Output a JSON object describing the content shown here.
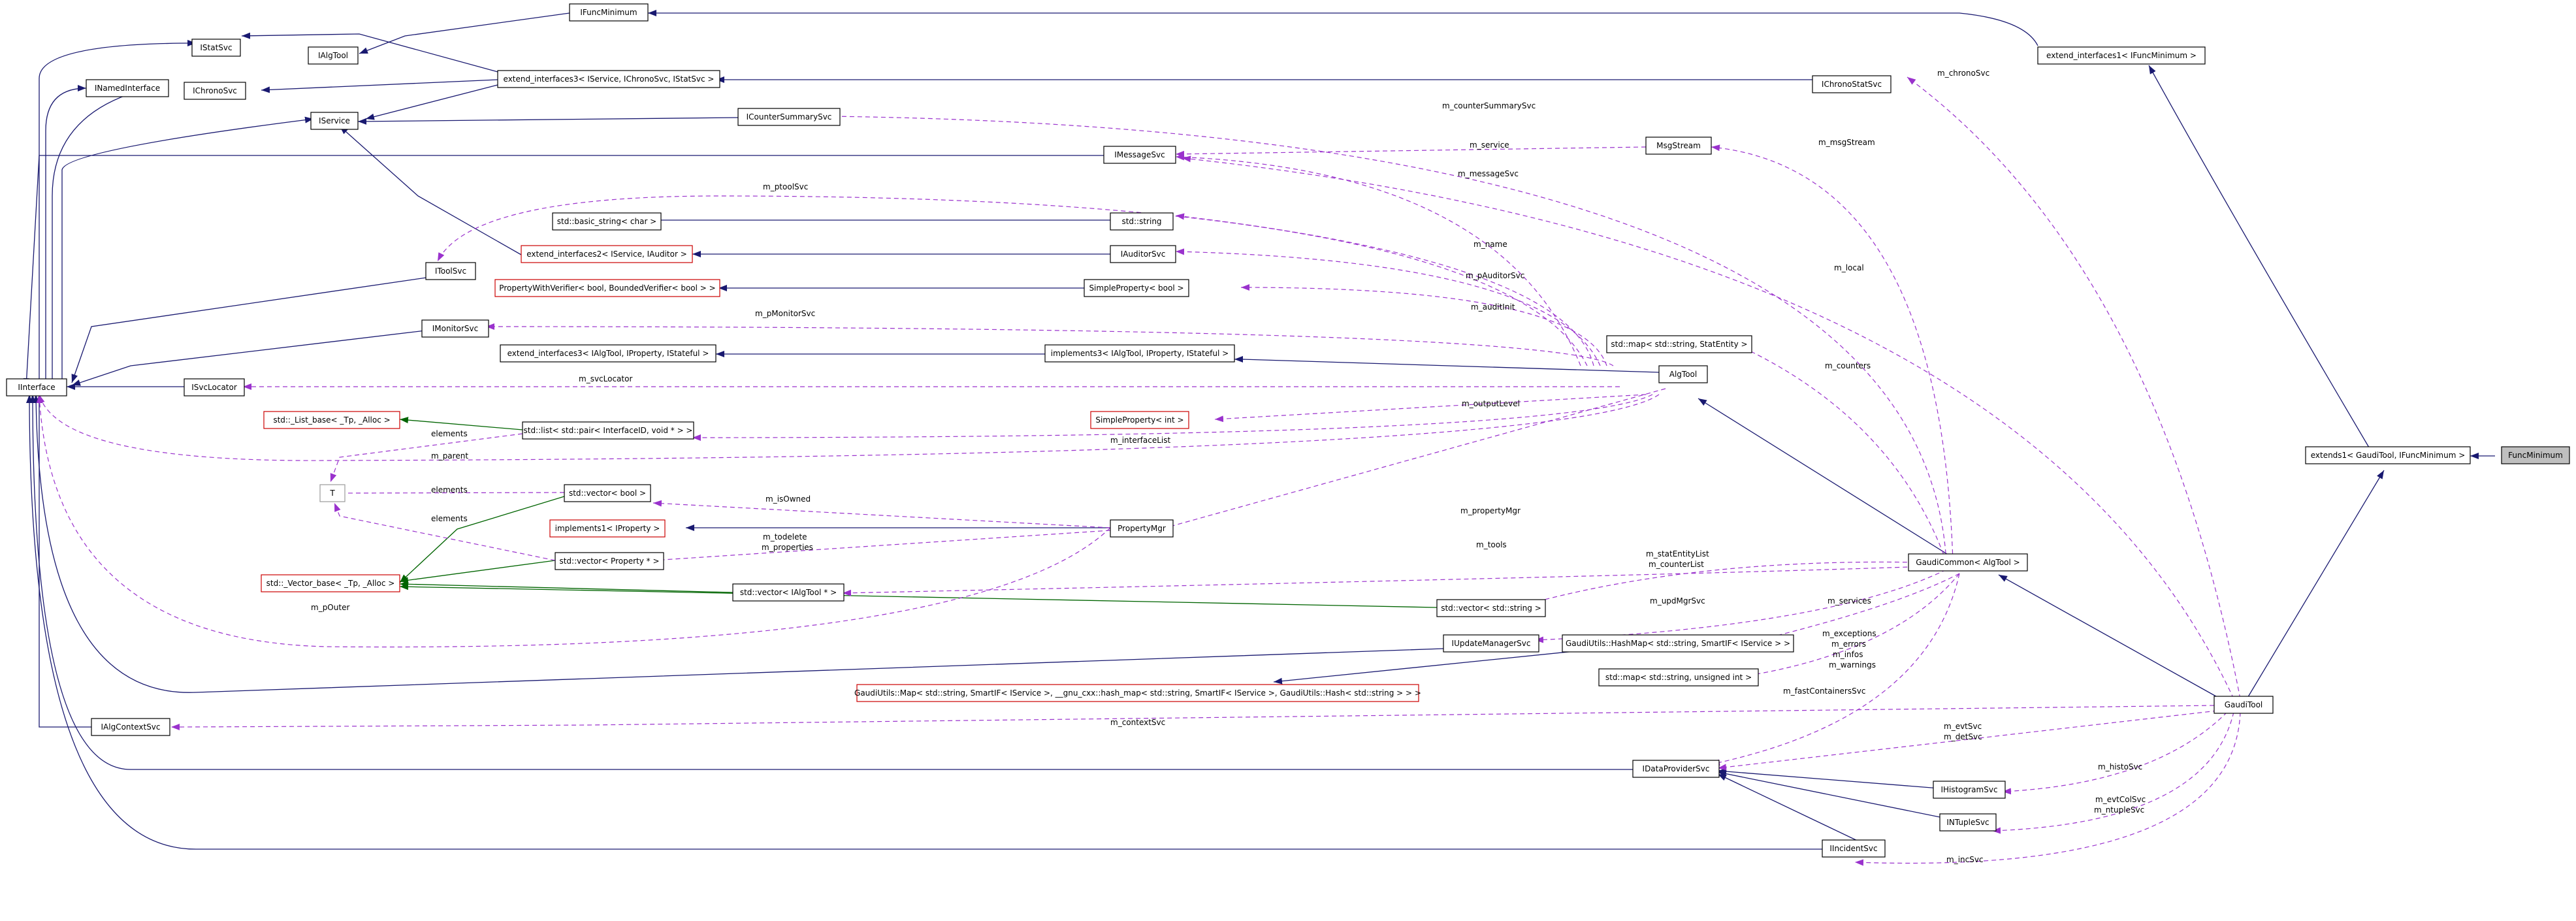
{
  "nodes": {
    "IFuncMinimum": "IFuncMinimum",
    "IStatSvc": "IStatSvc",
    "IAlgTool": "IAlgTool",
    "INamedInterface": "INamedInterface",
    "IChronoSvc": "IChronoSvc",
    "IService": "IService",
    "extend_interfaces3_svc": "extend_interfaces3< IService, IChronoSvc, IStatSvc >",
    "ICounterSummarySvc": "ICounterSummarySvc",
    "IChronoStatSvc": "IChronoStatSvc",
    "extend_interfaces1_func": "extend_interfaces1< IFuncMinimum >",
    "IMessageSvc": "IMessageSvc",
    "MsgStream": "MsgStream",
    "basic_string": "std::basic_string< char >",
    "std_string": "std::string",
    "extend_interfaces2": "extend_interfaces2< IService, IAuditor >",
    "IAuditorSvc": "IAuditorSvc",
    "IToolSvc": "IToolSvc",
    "PropertyWithVerifier": "PropertyWithVerifier< bool, BoundedVerifier< bool > >",
    "SimpleProperty_bool": "SimpleProperty< bool >",
    "IMonitorSvc": "IMonitorSvc",
    "map_StatEntity": "std::map< std::string, StatEntity >",
    "extend_interfaces3_tool": "extend_interfaces3< IAlgTool, IProperty, IStateful >",
    "implements3": "implements3< IAlgTool, IProperty, IStateful >",
    "IInterface": "IInterface",
    "ISvcLocator": "ISvcLocator",
    "AlgTool": "AlgTool",
    "List_base": "std::_List_base< _Tp, _Alloc >",
    "list_pair": "std::list< std::pair< InterfaceID, void * > >",
    "SimpleProperty_int": "SimpleProperty< int >",
    "extends1": "extends1< GaudiTool, IFuncMinimum >",
    "FuncMinimum": "FuncMinimum",
    "T": "T",
    "vector_bool": "std::vector< bool >",
    "implements1": "implements1< IProperty >",
    "PropertyMgr": "PropertyMgr",
    "vector_Property": "std::vector< Property * >",
    "GaudiCommon": "GaudiCommon< AlgTool >",
    "Vector_base": "std::_Vector_base< _Tp, _Alloc >",
    "vector_IAlgTool": "std::vector< IAlgTool * >",
    "vector_string": "std::vector< std::string >",
    "IUpdateManagerSvc": "IUpdateManagerSvc",
    "HashMap": "GaudiUtils::HashMap< std::string, SmartIF< IService > >",
    "map_unsigned": "std::map< std::string, unsigned int >",
    "GaudiUtils_Map": "GaudiUtils::Map< std::string, SmartIF< IService >, __gnu_cxx::hash_map< std::string, SmartIF< IService >, GaudiUtils::Hash< std::string > > >",
    "GaudiTool": "GaudiTool",
    "IAlgContextSvc": "IAlgContextSvc",
    "IDataProviderSvc": "IDataProviderSvc",
    "IHistogramSvc": "IHistogramSvc",
    "INTupleSvc": "INTupleSvc",
    "IIncidentSvc": "IIncidentSvc"
  },
  "edge_labels": {
    "chronoSvc": "m_chronoSvc",
    "counterSummarySvc": "m_counterSummarySvc",
    "service": "m_service",
    "msgStream": "m_msgStream",
    "messageSvc": "m_messageSvc",
    "ptoolSvc": "m_ptoolSvc",
    "local": "m_local",
    "name": "m_name",
    "pAuditorSvc": "m_pAuditorSvc",
    "auditInit": "m_auditInit",
    "pMonitorSvc": "m_pMonitorSvc",
    "counters": "m_counters",
    "svcLocator": "m_svcLocator",
    "outputLevel": "m_outputLevel",
    "interfaceList": "m_interfaceList",
    "elements1": "elements",
    "parent": "m_parent",
    "elements2": "elements",
    "isOwned": "m_isOwned",
    "elements3": "elements",
    "todelete": "m_todelete",
    "properties": "m_properties",
    "propertyMgr": "m_propertyMgr",
    "tools": "m_tools",
    "statEntityList": "m_statEntityList",
    "counterList": "m_counterList",
    "pOuter": "m_pOuter",
    "updMgrSvc": "m_updMgrSvc",
    "services": "m_services",
    "exceptions": "m_exceptions",
    "errors": "m_errors",
    "infos": "m_infos",
    "warnings": "m_warnings",
    "fastContainersSvc": "m_fastContainersSvc",
    "contextSvc": "m_contextSvc",
    "evtSvc": "m_evtSvc",
    "detSvc": "m_detSvc",
    "histoSvc": "m_histoSvc",
    "evtColSvc": "m_evtColSvc",
    "ntupleSvc": "m_ntupleSvc",
    "incSvc": "m_incSvc"
  },
  "colors": {
    "inheritance": "#191970",
    "template": "#006400",
    "usage": "#9a32cd",
    "focus_fill": "#bfbfbf",
    "template_node_border": "#cc0000",
    "undocumented_node_border": "#9a9a9a"
  }
}
